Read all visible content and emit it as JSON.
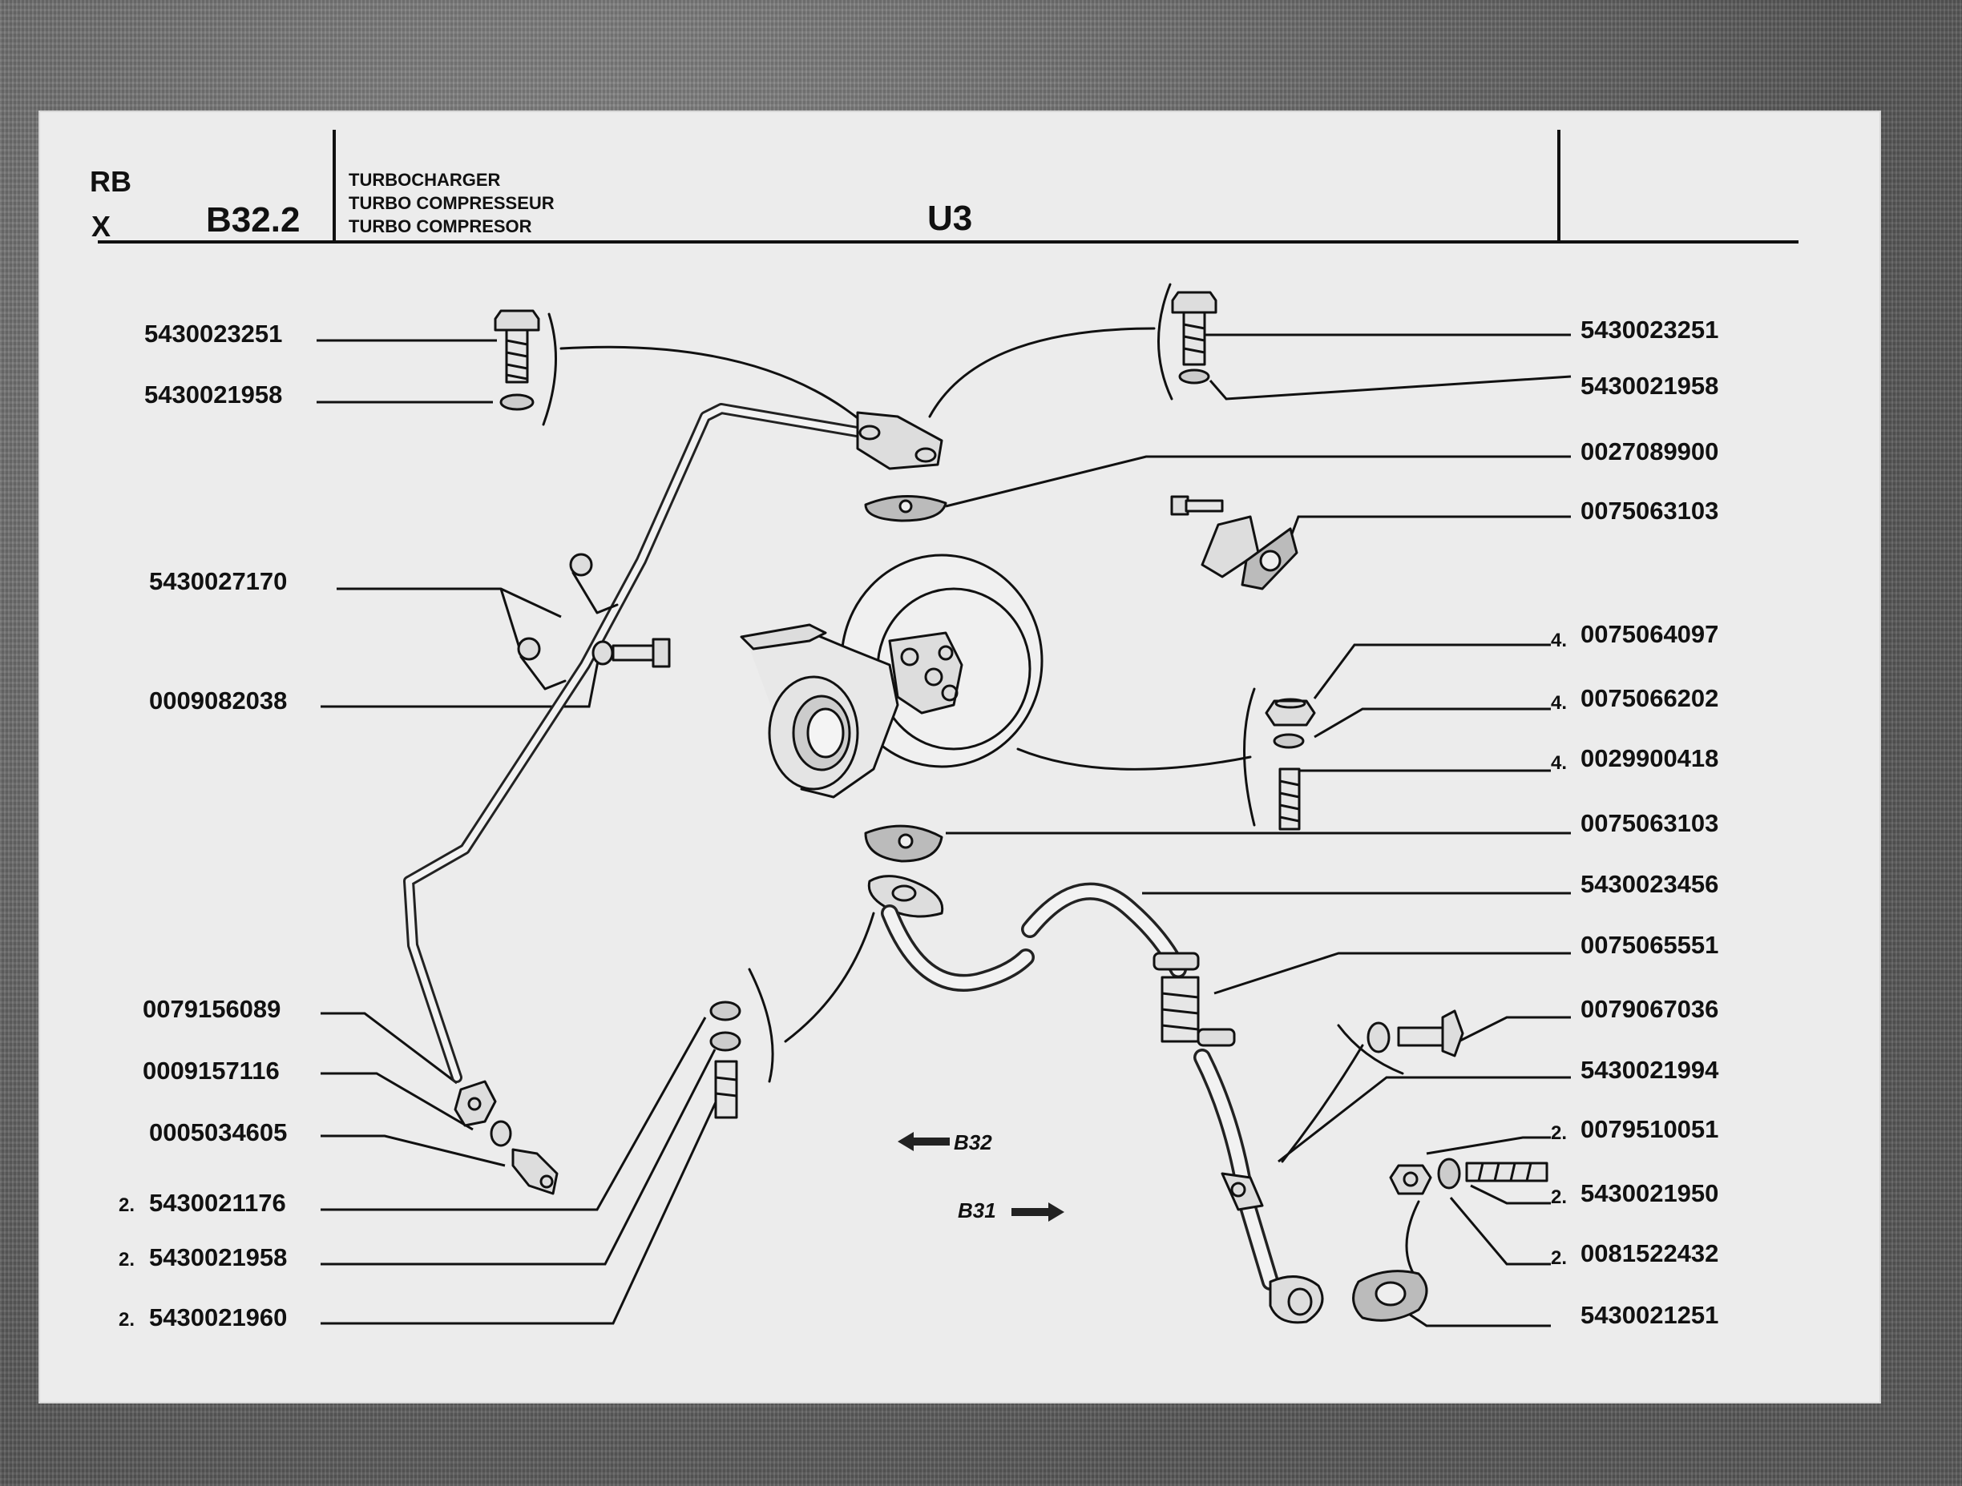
{
  "header": {
    "code_top": "RB",
    "code_bottom": "X",
    "section": "B32.2",
    "title_lines": [
      "TURBOCHARGER",
      "TURBO COMPRESSEUR",
      "TURBO COMPRESOR"
    ],
    "model": "U3"
  },
  "left_parts": [
    {
      "qty": "",
      "part_no": "5430023251"
    },
    {
      "qty": "",
      "part_no": "5430021958"
    },
    {
      "qty": "",
      "part_no": "5430027170"
    },
    {
      "qty": "",
      "part_no": "0009082038"
    },
    {
      "qty": "",
      "part_no": "0079156089"
    },
    {
      "qty": "",
      "part_no": "0009157116"
    },
    {
      "qty": "",
      "part_no": "0005034605"
    },
    {
      "qty": "2.",
      "part_no": "5430021176"
    },
    {
      "qty": "2.",
      "part_no": "5430021958"
    },
    {
      "qty": "2.",
      "part_no": "5430021960"
    }
  ],
  "right_parts": [
    {
      "qty": "",
      "part_no": "5430023251"
    },
    {
      "qty": "",
      "part_no": "5430021958"
    },
    {
      "qty": "",
      "part_no": "0027089900"
    },
    {
      "qty": "",
      "part_no": "0075063103"
    },
    {
      "qty": "4.",
      "part_no": "0075064097"
    },
    {
      "qty": "4.",
      "part_no": "0075066202"
    },
    {
      "qty": "4.",
      "part_no": "0029900418"
    },
    {
      "qty": "",
      "part_no": "0075063103"
    },
    {
      "qty": "",
      "part_no": "5430023456"
    },
    {
      "qty": "",
      "part_no": "0075065551"
    },
    {
      "qty": "",
      "part_no": "0079067036"
    },
    {
      "qty": "",
      "part_no": "5430021994"
    },
    {
      "qty": "2.",
      "part_no": "0079510051"
    },
    {
      "qty": "2.",
      "part_no": "5430021950"
    },
    {
      "qty": "2.",
      "part_no": "0081522432"
    },
    {
      "qty": "",
      "part_no": "5430021251"
    }
  ],
  "cross_refs": [
    "B32",
    "B31"
  ]
}
